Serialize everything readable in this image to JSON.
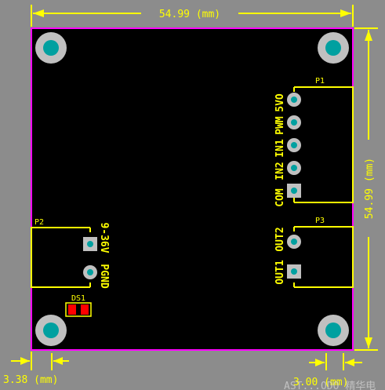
{
  "dimensions": {
    "top_width": "54.99 (mm)",
    "right_height": "54.99 (mm)",
    "bottom_left_offset": "3.38 (mm)",
    "bottom_right_offset": "3.00 (mm)"
  },
  "components": {
    "p1": {
      "ref": "P1",
      "pin_labels": [
        "5VO",
        "PWM",
        "IN1",
        "IN2",
        "COM"
      ]
    },
    "p2": {
      "ref": "P2",
      "pin_labels": [
        "9-36V",
        "PGND"
      ]
    },
    "p3": {
      "ref": "P3",
      "pin_labels": [
        "OUT2",
        "OUT1"
      ]
    },
    "ds1": {
      "ref": "DS1"
    }
  },
  "watermark": "AST...ODO 精华电",
  "colors": {
    "background": "#8c8c8c",
    "board": "#000000",
    "outline": "#ff00ff",
    "silkscreen": "#ffff00",
    "pad": "#c0c0c0",
    "drill": "#00a0a0",
    "led_pad": "#ff0000"
  }
}
